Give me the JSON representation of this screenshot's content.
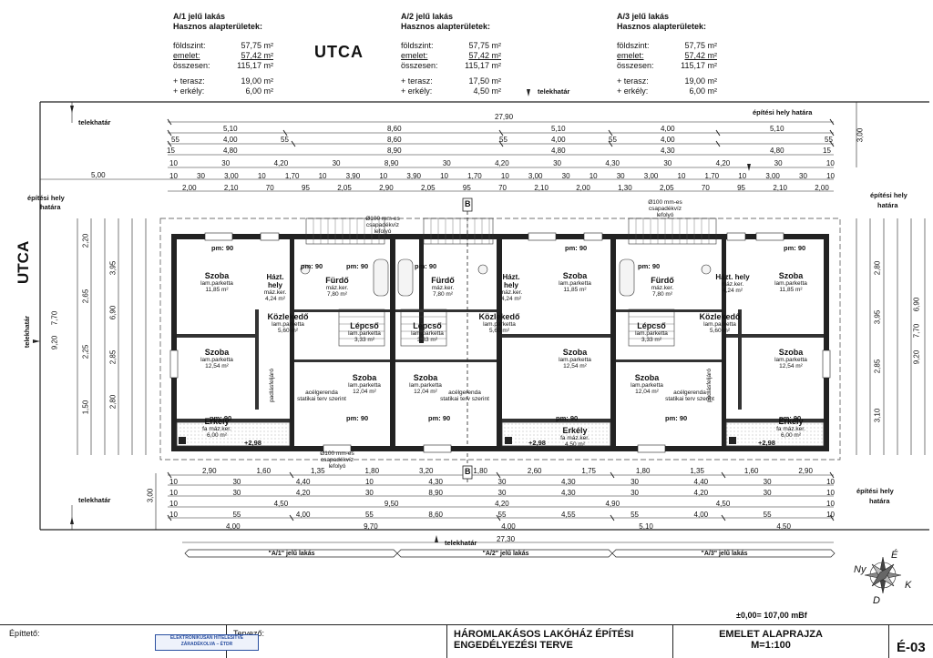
{
  "apartments": [
    {
      "title": "A/1 jelű lakás",
      "subtitle": "Hasznos alapterületek:",
      "rows": [
        [
          "földszint:",
          "57,75 m²"
        ],
        [
          "emelet:",
          "57,42 m²"
        ],
        [
          "összesen:",
          "115,17 m²"
        ]
      ],
      "extras": [
        [
          "+ terasz:",
          "19,00 m²"
        ],
        [
          "+ erkély:",
          "6,00 m²"
        ]
      ]
    },
    {
      "title": "A/2 jelű lakás",
      "subtitle": "Hasznos alapterületek:",
      "rows": [
        [
          "földszint:",
          "57,75 m²"
        ],
        [
          "emelet:",
          "57,42 m²"
        ],
        [
          "összesen:",
          "115,17 m²"
        ]
      ],
      "extras": [
        [
          "+ terasz:",
          "17,50 m²"
        ],
        [
          "+ erkély:",
          "4,50 m²"
        ]
      ]
    },
    {
      "title": "A/3 jelű lakás",
      "subtitle": "Hasznos alapterületek:",
      "rows": [
        [
          "földszint:",
          "57,75 m²"
        ],
        [
          "emelet:",
          "57,42 m²"
        ],
        [
          "összesen:",
          "115,17 m²"
        ]
      ],
      "extras": [
        [
          "+ terasz:",
          "19,00 m²"
        ],
        [
          "+ erkély:",
          "6,00 m²"
        ]
      ]
    }
  ],
  "street_label": "UTCA",
  "labels": {
    "telekhatar": "telekhatár",
    "epitesi_hely": "építési hely",
    "hatara": "határa",
    "epitesi_hely_hatara": "építési hely határa",
    "section_mark": "B",
    "elevation": "±0,00= 107,00 mBf"
  },
  "top_dims": {
    "overall": "27,90",
    "row1": [
      "5,10",
      "8,60",
      "5,10",
      "4,00",
      "5,10"
    ],
    "row2": [
      "55",
      "4,00",
      "55",
      "8,60",
      "55",
      "4,00",
      "55",
      "4,00",
      "55"
    ],
    "row3": [
      "15",
      "4,80",
      "8,90",
      "4,80",
      "4,30",
      "4,80",
      "15"
    ],
    "row4": [
      "10",
      "30",
      "4,20",
      "30",
      "8,90",
      "30",
      "4,20",
      "30",
      "4,30",
      "30",
      "4,20",
      "30",
      "10"
    ],
    "row5": [
      "10",
      "30",
      "3,00",
      "10",
      "1,70",
      "10",
      "3,90",
      "10",
      "3,90",
      "10",
      "1,70",
      "10",
      "3,00",
      "30",
      "10",
      "30",
      "3,00",
      "10",
      "1,70",
      "10",
      "3,00",
      "30",
      "10"
    ],
    "row6": [
      "2,00",
      "2,10",
      "70",
      "95",
      "2,05",
      "2,90",
      "2,05",
      "95",
      "70",
      "2,10",
      "2,00",
      "1,30",
      "2,05",
      "70",
      "95",
      "2,10",
      "2,00"
    ],
    "side_right": "3,00",
    "side_left": "5,00"
  },
  "bottom_dims": {
    "row1": [
      "2,90",
      "1,60",
      "1,35",
      "1,80",
      "3,20",
      "1,80",
      "2,60",
      "1,75",
      "1,80",
      "1,35",
      "1,60",
      "2,90"
    ],
    "row2": [
      "10",
      "30",
      "4,40",
      "10",
      "4,30",
      "30",
      "4,30",
      "30",
      "4,40",
      "30",
      "10"
    ],
    "row3": [
      "10",
      "30",
      "4,20",
      "30",
      "8,90",
      "30",
      "4,30",
      "30",
      "4,20",
      "30",
      "10"
    ],
    "row4": [
      "10",
      "4,50",
      "9,50",
      "4,20",
      "4,90",
      "4,50",
      "10"
    ],
    "row5": [
      "10",
      "55",
      "4,00",
      "55",
      "8,60",
      "55",
      "4,55",
      "55",
      "4,00",
      "55",
      "10"
    ],
    "row6": [
      "4,00",
      "9,70",
      "4,00",
      "5,10",
      "4,50"
    ],
    "overall": "27,30",
    "side_left": "3,00"
  },
  "left_dims": {
    "a": [
      "2,20",
      "2,65",
      "2,25",
      "1,50"
    ],
    "b": [
      "3,95",
      "6,90",
      "2,85",
      "2,80"
    ],
    "c": [
      "7,70",
      "9,20"
    ]
  },
  "right_dims": {
    "a": [
      "2,80",
      "3,95",
      "2,85",
      "3,10"
    ],
    "b": [
      "6,90",
      "7,70",
      "9,20"
    ]
  },
  "rooms": [
    {
      "name": "Szoba",
      "sub": "lam.parketta",
      "area": "11,85 m²"
    },
    {
      "name": "Szoba",
      "sub": "lam.parketta",
      "area": "12,54 m²"
    },
    {
      "name": "Házt. hely",
      "sub": "máz.ker.",
      "area": "4,24 m²"
    },
    {
      "name": "Fürdő",
      "sub": "máz.ker.",
      "area": "7,80 m²"
    },
    {
      "name": "Közlekedő",
      "sub": "lam.parketta",
      "area": "5,60 m²"
    },
    {
      "name": "Lépcső",
      "sub": "lam.parketta",
      "area": "3,33 m²"
    },
    {
      "name": "Szoba",
      "sub": "lam.parketta",
      "area": "12,04 m²"
    },
    {
      "name": "Erkély",
      "sub": "fa máz.ker.",
      "area": "6,00 m²"
    },
    {
      "name": "Fürdő",
      "sub": "máz.ker.",
      "area": "7,80 m²"
    },
    {
      "name": "Szoba",
      "sub": "lam.parketta",
      "area": "12,04 m²"
    },
    {
      "name": "Lépcső",
      "sub": "lam.parketta",
      "area": "3,33 m²"
    },
    {
      "name": "Közlekedő",
      "sub": "lam.parketta",
      "area": "5,60 m²"
    },
    {
      "name": "Házt. hely",
      "sub": "máz.ker.",
      "area": "4,24 m²"
    },
    {
      "name": "Szoba",
      "sub": "lam.parketta",
      "area": "11,85 m²"
    },
    {
      "name": "Szoba",
      "sub": "lam.parketta",
      "area": "12,54 m²"
    },
    {
      "name": "Erkély",
      "sub": "fa máz.ker.",
      "area": "4,50 m²"
    },
    {
      "name": "Fürdő",
      "sub": "máz.ker.",
      "area": "7,80 m²"
    },
    {
      "name": "Közlekedő",
      "sub": "lam.parketta",
      "area": "5,60 m²"
    },
    {
      "name": "Lépcső",
      "sub": "lam.parketta",
      "area": "3,33 m²"
    },
    {
      "name": "Szoba",
      "sub": "lam.parketta",
      "area": "12,04 m²"
    },
    {
      "name": "Házt. hely",
      "sub": "máz.ker.",
      "area": "4,24 m²"
    },
    {
      "name": "Szoba",
      "sub": "lam.parketta",
      "area": "11,85 m²"
    },
    {
      "name": "Szoba",
      "sub": "lam.parketta",
      "area": "12,54 m²"
    },
    {
      "name": "Erkély",
      "sub": "fa máz.ker.",
      "area": "6,00 m²"
    }
  ],
  "notes": {
    "pm": "pm: 90",
    "beam": "acélgerenda",
    "beam2": "statikai terv szerint",
    "drain": "Ø100 mm-es",
    "drain2": "csapadékvíz",
    "drain3": "lefolyó",
    "level": "+2,98",
    "attic": "padlásfeljáró"
  },
  "apt_labels": [
    "\"A/1\" jelű lakás",
    "\"A/2\" jelű lakás",
    "\"A/3\" jelű lakás"
  ],
  "compass": {
    "n": "É",
    "k": "K",
    "d": "D",
    "ny": "Ny"
  },
  "titleblock": {
    "builder": "Építtető:",
    "designer": "Tervező:",
    "stamp1": "ELEKTRONIKUSAN HITELESÍTVE",
    "stamp2": "ZÁRADÉKOLVA – ÉTDR",
    "project1": "HÁROMLAKÁSOS LAKÓHÁZ ÉPÍTÉSI",
    "project2": "ENGEDÉLYEZÉSI TERVE",
    "drawing1": "EMELET ALAPRAJZA",
    "drawing2": "M=1:100",
    "sheet": "É-03"
  }
}
